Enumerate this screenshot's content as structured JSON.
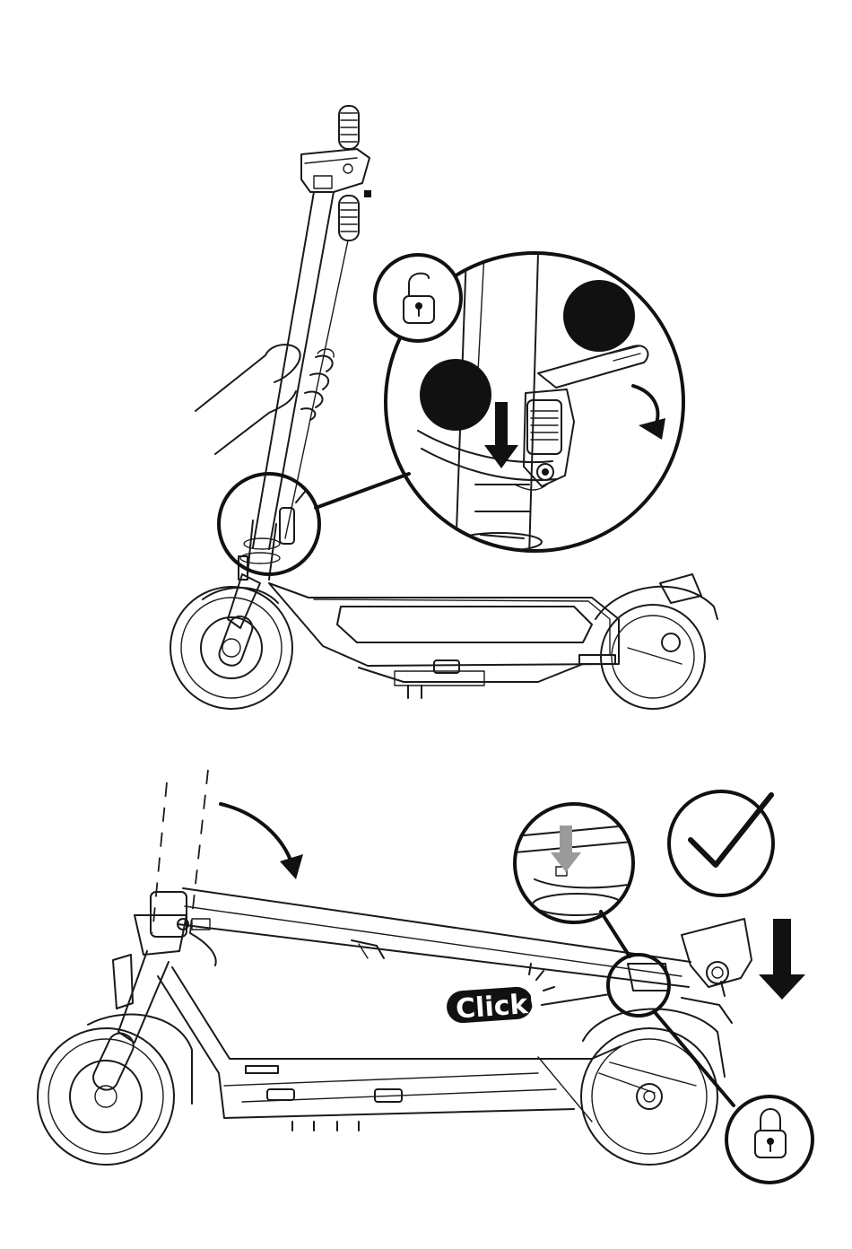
{
  "figure_top": {
    "description_step": "unlock-fold-latch",
    "unlock_icon": "unlock-icon",
    "markers": [
      "step-marker-1",
      "step-marker-2"
    ]
  },
  "figure_bottom": {
    "click_label": "Click!",
    "lock_icon": "lock-icon",
    "check_icon": "checkmark-icon",
    "down_arrow_icon": "down-arrow-icon"
  },
  "colors": {
    "line": "#1a1a1a",
    "fill": "#111111",
    "background": "#ffffff",
    "hint_gray": "#9a9a9a"
  }
}
